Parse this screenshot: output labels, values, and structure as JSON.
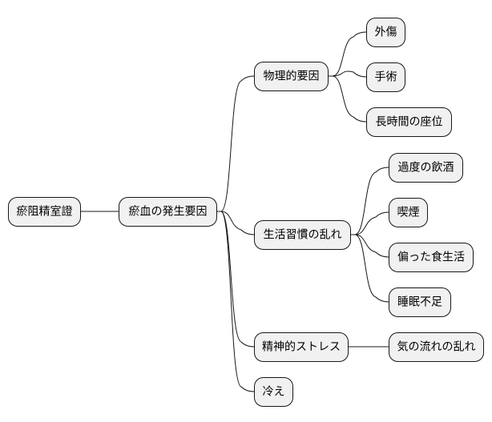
{
  "diagram": {
    "type": "mindmap",
    "root": {
      "id": "root",
      "label": "瘀阻精室證",
      "children": [
        {
          "id": "cause",
          "label": "瘀血の発生要因",
          "children": [
            {
              "id": "physical",
              "label": "物理的要因",
              "children": [
                {
                  "id": "trauma",
                  "label": "外傷"
                },
                {
                  "id": "surgery",
                  "label": "手術"
                },
                {
                  "id": "sitting",
                  "label": "長時間の座位"
                }
              ]
            },
            {
              "id": "lifestyle",
              "label": "生活習慣の乱れ",
              "children": [
                {
                  "id": "drinking",
                  "label": "過度の飲酒"
                },
                {
                  "id": "smoking",
                  "label": "喫煙"
                },
                {
                  "id": "diet",
                  "label": "偏った食生活"
                },
                {
                  "id": "sleep",
                  "label": "睡眠不足"
                }
              ]
            },
            {
              "id": "stress",
              "label": "精神的ストレス",
              "children": [
                {
                  "id": "qi",
                  "label": "気の流れの乱れ"
                }
              ]
            },
            {
              "id": "cold",
              "label": "冷え"
            }
          ]
        }
      ]
    }
  }
}
